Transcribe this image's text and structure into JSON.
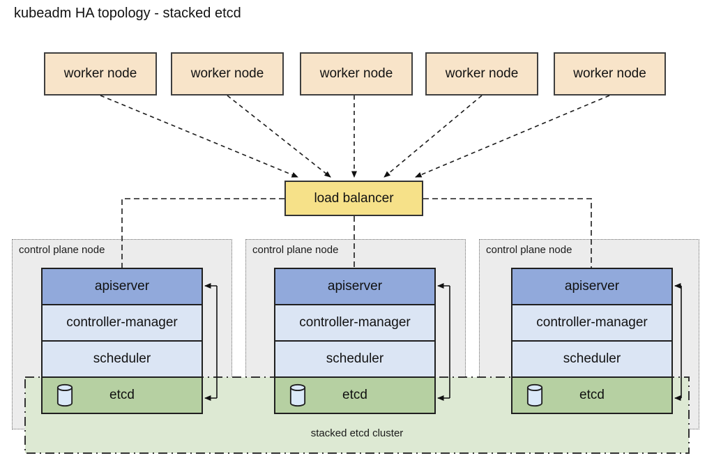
{
  "title": "kubeadm HA topology - stacked etcd",
  "worker_nodes": [
    {
      "label": "worker node"
    },
    {
      "label": "worker node"
    },
    {
      "label": "worker node"
    },
    {
      "label": "worker node"
    },
    {
      "label": "worker node"
    }
  ],
  "load_balancer": {
    "label": "load balancer"
  },
  "control_plane_nodes": [
    {
      "label": "control plane node",
      "components": [
        "apiserver",
        "controller-manager",
        "scheduler",
        "etcd"
      ]
    },
    {
      "label": "control plane node",
      "components": [
        "apiserver",
        "controller-manager",
        "scheduler",
        "etcd"
      ]
    },
    {
      "label": "control plane node",
      "components": [
        "apiserver",
        "controller-manager",
        "scheduler",
        "etcd"
      ]
    }
  ],
  "stacked_etcd_cluster": {
    "label": "stacked etcd cluster"
  },
  "icons": {
    "etcd_icon": "database-cylinder"
  },
  "colors": {
    "worker_node_fill": "#f8e4c9",
    "load_balancer_fill": "#f6e189",
    "apiserver_fill": "#91a9db",
    "controller_manager_fill": "#dbe5f4",
    "scheduler_fill": "#dbe5f4",
    "etcd_fill": "#b6d0a2",
    "stacked_etcd_cluster_fill": "#dde9d3",
    "control_plane_node_fill": "#ececec",
    "line_color": "#1a1a1a",
    "database_icon_fill": "#dbe9f9"
  }
}
